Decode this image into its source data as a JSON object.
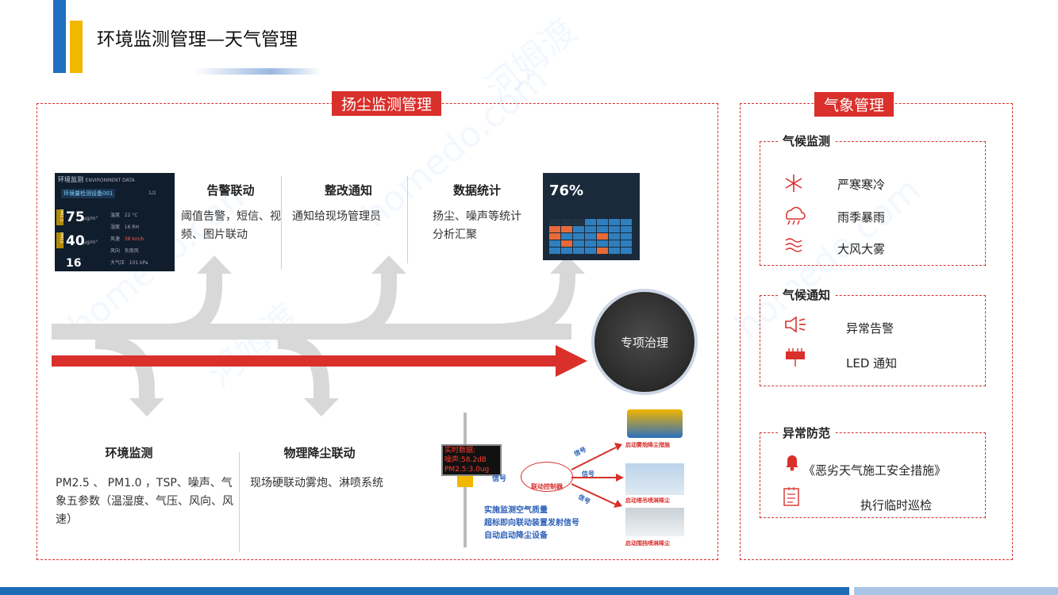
{
  "header": {
    "title": "环境监测管理—天气管理"
  },
  "dust": {
    "tag": "扬尘监测管理",
    "features": [
      {
        "title": "告警联动",
        "desc": "阈值告警，短信、视频、图片联动"
      },
      {
        "title": "整改通知",
        "desc": "通知给现场管理员"
      },
      {
        "title": "数据统计",
        "desc": "扬尘、噪声等统计分析汇聚"
      },
      {
        "title": "环境监测",
        "desc": "PM2.5 、 PM1.0 ，TSP、噪声、气象五参数（温湿度、气压、风向、风速）"
      },
      {
        "title": "物理降尘联动",
        "desc": "现场硬联动雾炮、淋喷系统"
      }
    ],
    "center": "专项治理",
    "device_screen": {
      "title": "环境监测",
      "title_en": "ENVIRONMENT DATA",
      "device": "环境量检测设备001",
      "page": "1/2",
      "pm25_label": "PM2.5",
      "pm25": "75",
      "pm10_label": "PM10",
      "pm10": "40",
      "noise": "16",
      "unit": "μg/m³",
      "rows": [
        {
          "k": "温度",
          "v": "22 °C"
        },
        {
          "k": "湿度",
          "v": "16 RH"
        },
        {
          "k": "风速",
          "v": "38 km/h"
        },
        {
          "k": "风向",
          "v": "东南风"
        },
        {
          "k": "大气压",
          "v": "101 kPa"
        }
      ]
    },
    "stat_screen": {
      "value": "76%"
    },
    "linkage": {
      "led": [
        "实时数据:",
        "噪声:58.2dB",
        "PM2.5:3.0ug"
      ],
      "controller": "联动控制器",
      "signal": "信号",
      "captions": [
        "实施监测空气质量",
        "超标即向联动装置发射信号",
        "自动启动降尘设备"
      ],
      "actions": [
        "启动雾炮降尘措施",
        "启动塔吊喷淋降尘",
        "启动围挡喷淋降尘"
      ]
    }
  },
  "weather": {
    "tag": "气象管理",
    "sections": [
      {
        "label": "气候监测",
        "items": [
          {
            "icon": "snowflake-icon",
            "text": "严寒寒冷"
          },
          {
            "icon": "rain-cloud-icon",
            "text": "雨季暴雨"
          },
          {
            "icon": "fog-icon",
            "text": "大风大雾"
          }
        ]
      },
      {
        "label": "气候通知",
        "items": [
          {
            "icon": "alarm-speaker-icon",
            "text": "异常告警"
          },
          {
            "icon": "led-board-icon",
            "text": "LED 通知"
          }
        ]
      },
      {
        "label": "异常防范",
        "items": [
          {
            "icon": "bell-icon",
            "text": "《恶劣天气施工安全措施》"
          },
          {
            "icon": "checklist-icon",
            "text": "执行临时巡检"
          }
        ]
      }
    ]
  },
  "watermark": [
    "homedo.com",
    "河姆渡"
  ],
  "colors": {
    "accent": "#d9302c",
    "brand_blue": "#1f6fc0",
    "brand_yellow": "#f2b700"
  }
}
